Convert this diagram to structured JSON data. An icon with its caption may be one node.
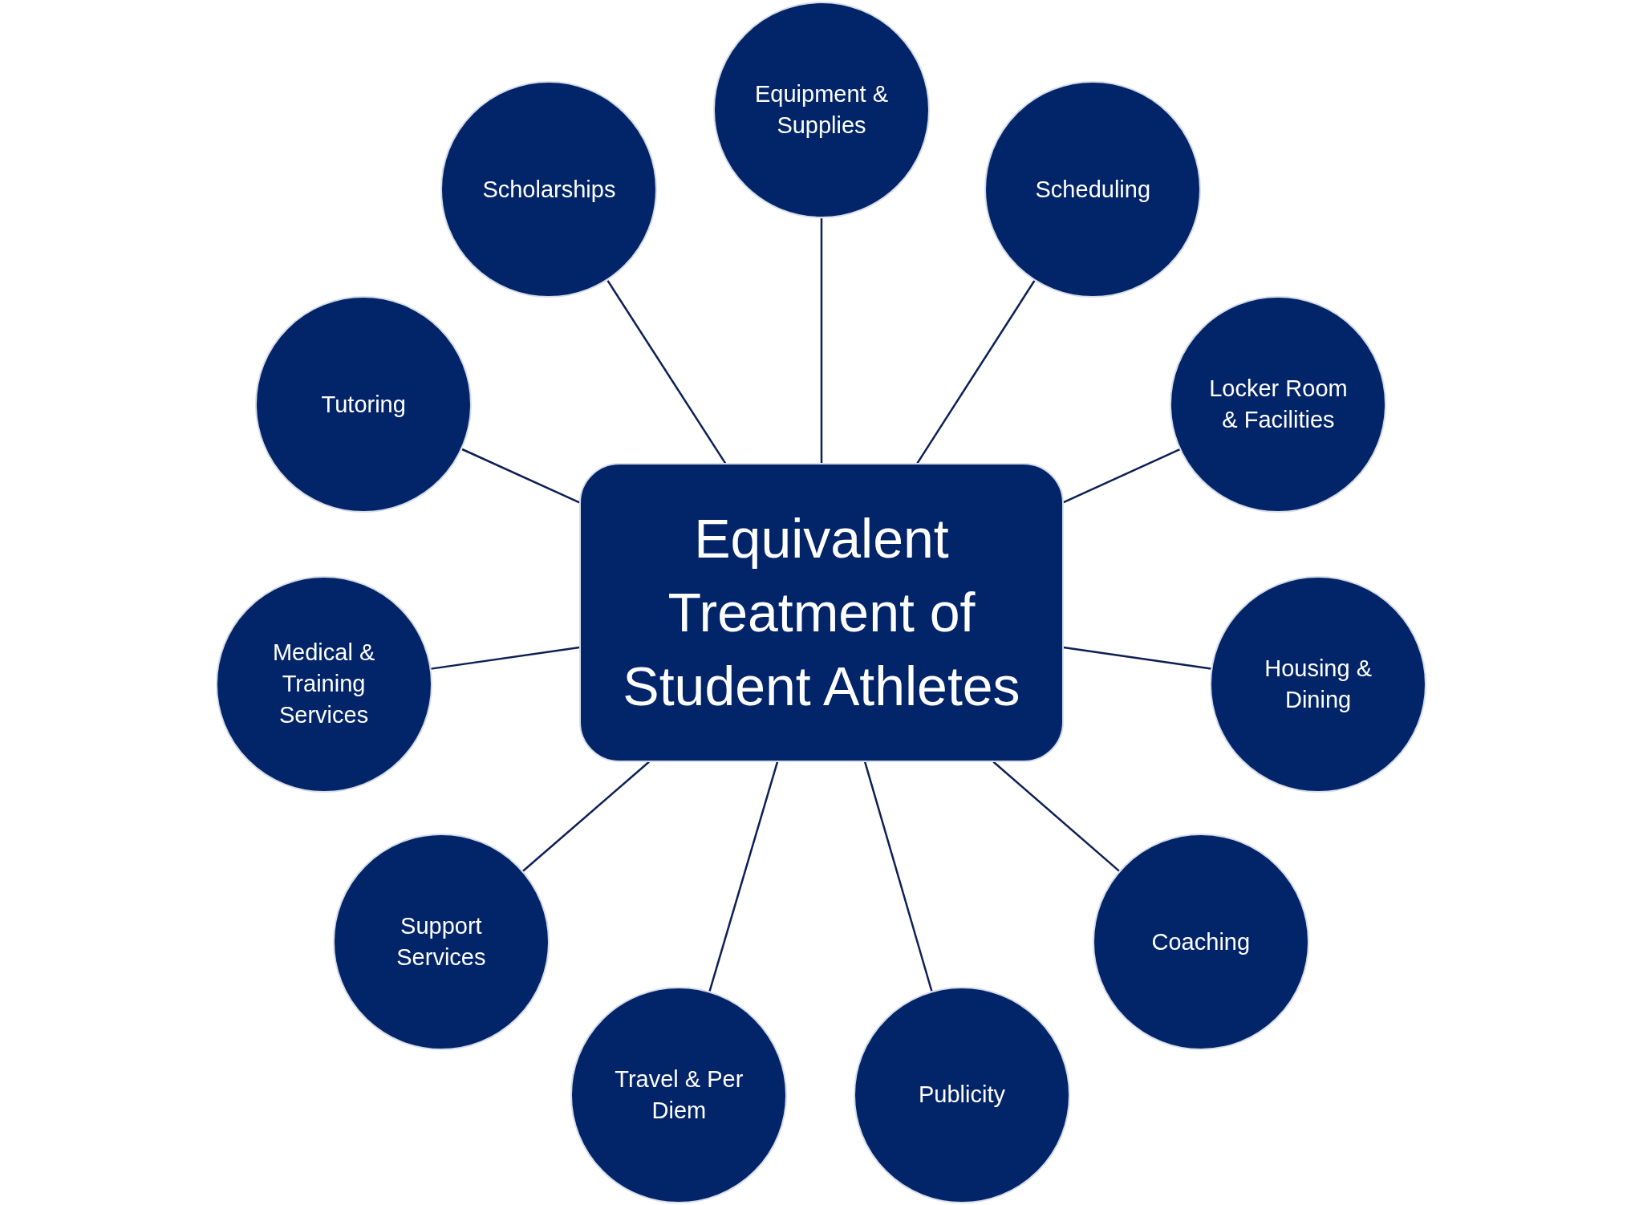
{
  "diagram": {
    "nodes": [
      {
        "text": [
          "Equivalent Treatment of Student Athletes"
        ]
      },
      {
        "text": [
          "Equipment & Supplies"
        ]
      },
      {
        "text": [
          "Scheduling"
        ]
      },
      {
        "text": [
          "Locker Room & Facilities"
        ]
      },
      {
        "text": [
          "Housing & Dining"
        ]
      },
      {
        "text": [
          "Coaching"
        ]
      },
      {
        "text": [
          "Publicity"
        ]
      },
      {
        "text": [
          "Travel & Per Diem"
        ]
      },
      {
        "text": [
          "Support Services"
        ]
      },
      {
        "text": [
          "Medical & Training Services"
        ]
      },
      {
        "text": [
          "Tutoring"
        ]
      },
      {
        "text": [
          "Scholarships"
        ]
      }
    ],
    "edges": [
      {
        "from": 0,
        "to": 1,
        "arrow": "none"
      },
      {
        "from": 0,
        "to": 2,
        "arrow": "none"
      },
      {
        "from": 0,
        "to": 3,
        "arrow": "none"
      },
      {
        "from": 0,
        "to": 4,
        "arrow": "none"
      },
      {
        "from": 0,
        "to": 5,
        "arrow": "none"
      },
      {
        "from": 0,
        "to": 6,
        "arrow": "none"
      },
      {
        "from": 0,
        "to": 7,
        "arrow": "none"
      },
      {
        "from": 0,
        "to": 8,
        "arrow": "none"
      },
      {
        "from": 0,
        "to": 9,
        "arrow": "none"
      },
      {
        "from": 0,
        "to": 10,
        "arrow": "none"
      },
      {
        "from": 0,
        "to": 11,
        "arrow": "none"
      }
    ]
  }
}
